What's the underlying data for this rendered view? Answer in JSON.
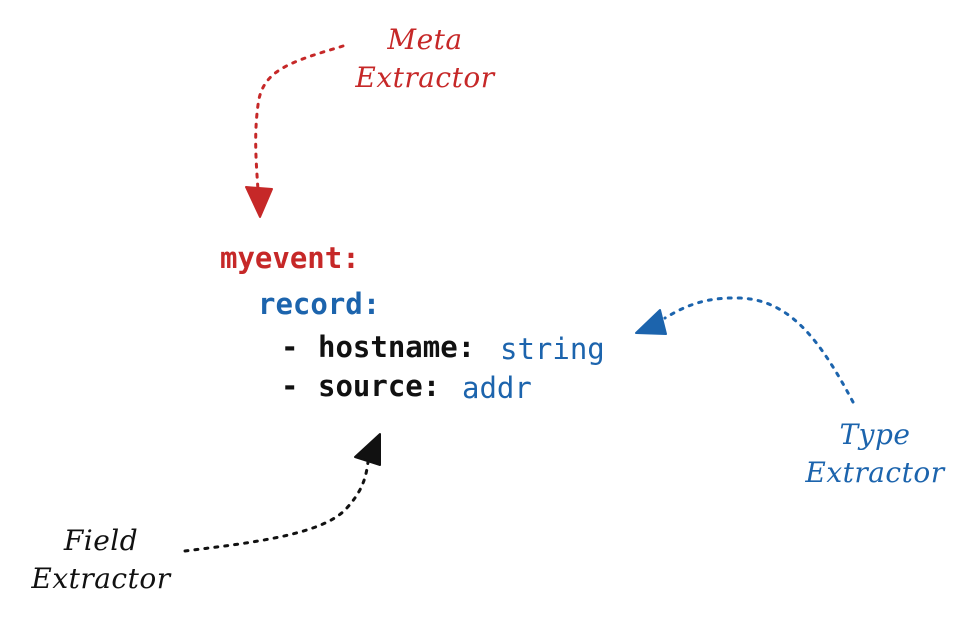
{
  "code": {
    "event_key": "myevent:",
    "record_key": "record:",
    "fields": [
      {
        "dash": "-",
        "name": "hostname:",
        "type": "string"
      },
      {
        "dash": "-",
        "name": "source:",
        "type": "addr"
      }
    ]
  },
  "labels": {
    "meta": [
      "Meta",
      "Extractor"
    ],
    "type": [
      "Type",
      "Extractor"
    ],
    "field": [
      "Field",
      "Extractor"
    ]
  },
  "colors": {
    "meta": "#c62828",
    "type": "#1c64ad",
    "field": "#111111"
  }
}
